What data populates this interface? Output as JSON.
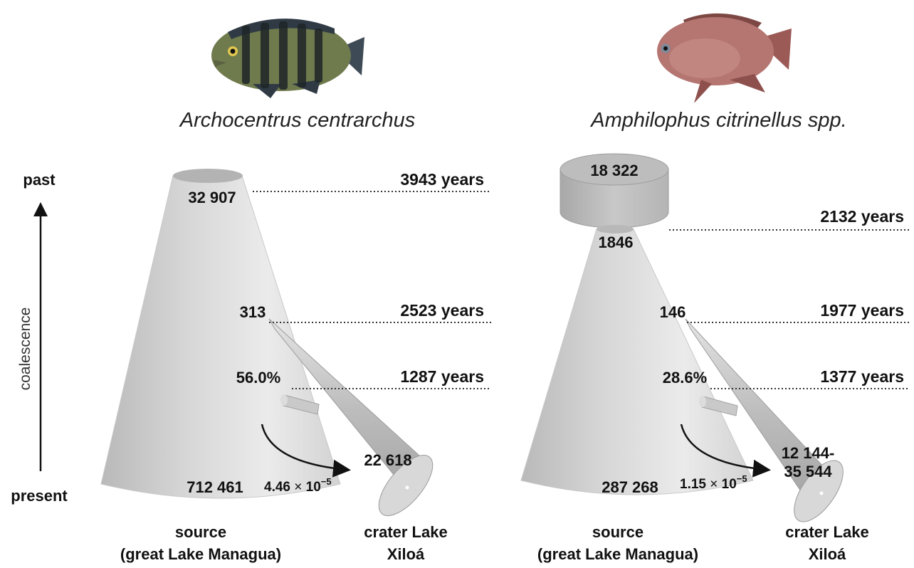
{
  "axis": {
    "top": "past",
    "bottom": "present",
    "label": "coalescence"
  },
  "panels": [
    {
      "species": "Archocentrus centrarchus",
      "fish_icon": "striped-cichlid-fish",
      "source_size_past": "32 907",
      "source_size_bottleneck": "313",
      "source_size_present": "712 461",
      "crater_size": "22 618",
      "admixture": "56.0%",
      "migration_mantissa": "4.46",
      "migration_exp": "−5",
      "time_ancestral": "3943 years",
      "time_split": "2523 years",
      "time_admixture": "1287 years",
      "source_label_1": "source",
      "source_label_2": "(great Lake Managua)",
      "crater_label_1": "crater Lake",
      "crater_label_2": "Xiloá"
    },
    {
      "species": "Amphilophus citrinellus spp.",
      "fish_icon": "red-midas-cichlid-fish",
      "ancestral_size": "18 322",
      "source_size_past": "1846",
      "source_size_bottleneck": "146",
      "source_size_present": "287 268",
      "crater_size_1": "12 144-",
      "crater_size_2": "35 544",
      "admixture": "28.6%",
      "migration_mantissa": "1.15",
      "migration_exp": "−5",
      "time_ancestral": "2132 years",
      "time_split": "1977 years",
      "time_admixture": "1377 years",
      "source_label_1": "source",
      "source_label_2": "(great Lake Managua)",
      "crater_label_1": "crater Lake",
      "crater_label_2": "Xiloá"
    }
  ]
}
